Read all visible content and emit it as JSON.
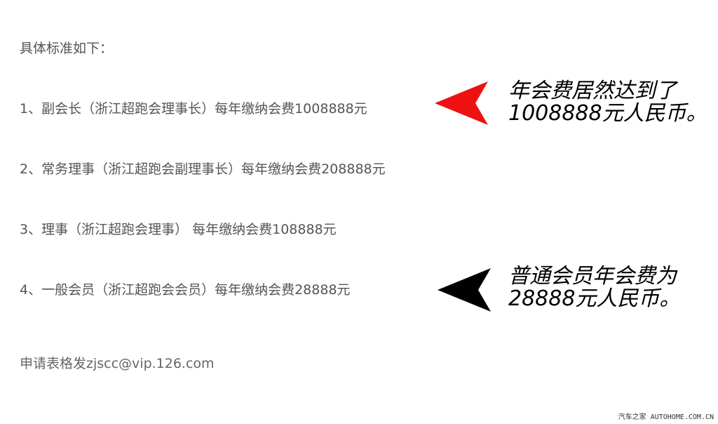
{
  "document": {
    "heading": "具体标准如下：",
    "items": [
      "1、副会长（浙江超跑会理事长）每年缴纳会费1008888元",
      "2、常务理事（浙江超跑会副理事长）每年缴纳会费208888元",
      "3、理事（浙江超跑会理事）  每年缴纳会费108888元",
      "4、一般会员（浙江超跑会会员）每年缴纳会费28888元"
    ],
    "apply_line": "申请表格发zjscc@vip.126.com"
  },
  "annotations": [
    {
      "line1": "年会费居然达到了",
      "line2": "1008888元人民币。",
      "arrow_color": "#ee1111"
    },
    {
      "line1": "普通会员年会费为",
      "line2": "28888元人民币。",
      "arrow_color": "#000000"
    }
  ],
  "watermark": "汽车之家 AUTOHOME.COM.CN",
  "colors": {
    "body_text": "#555555",
    "note_text": "#000000"
  }
}
